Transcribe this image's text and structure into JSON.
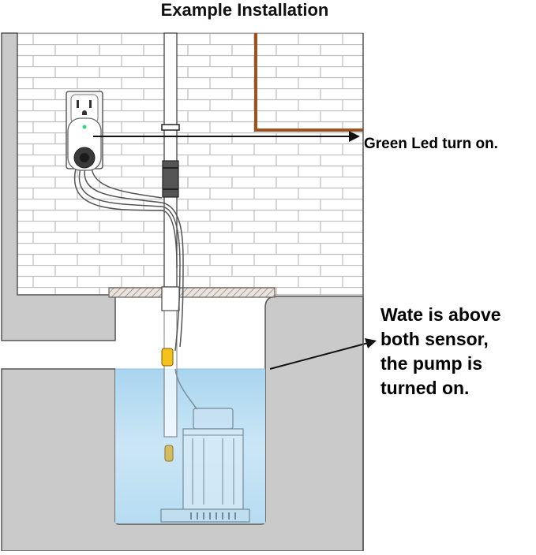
{
  "title": "Example Installation",
  "callouts": {
    "led": "Green Led turn on.",
    "water_lines": [
      "Wate is above",
      "both sensor,",
      "the pump is",
      "turned on."
    ]
  },
  "colors": {
    "water": "#bfe0f3",
    "wall_gray": "#c8c8c8",
    "brick_line": "#b9b9b9",
    "copper_pipe": "#a0521d",
    "led": "#37d37a"
  },
  "icons": [
    "wall-outlet-icon",
    "smart-plug-icon",
    "submersible-pump-icon",
    "float-sensor-icon"
  ]
}
